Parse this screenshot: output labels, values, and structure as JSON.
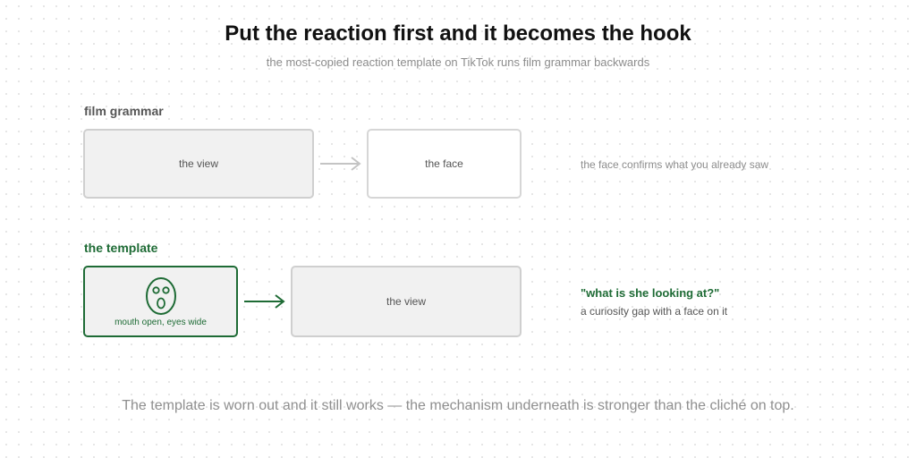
{
  "header": {
    "title": "Put the reaction first and it becomes the hook",
    "subtitle": "the most-copied reaction template on TikTok runs film grammar backwards"
  },
  "film_grammar": {
    "label": "film grammar",
    "first_box": "the view",
    "second_box": "the face",
    "note": "the face confirms what you already saw"
  },
  "template": {
    "label": "the template",
    "first_box_caption": "mouth open, eyes wide",
    "first_box_icon": "surprised-face-icon",
    "second_box": "the view",
    "note_quote": "\"what is she looking at?\"",
    "note_sub": "a curiosity gap with a face on it"
  },
  "footer": "The template is worn out and it still works — the mechanism underneath is stronger than the cliché on top.",
  "colors": {
    "accent": "#1e6b35",
    "muted_text": "#8c8c8c",
    "box_fill": "#f1f1f1",
    "box_border": "#cfcfcf"
  }
}
